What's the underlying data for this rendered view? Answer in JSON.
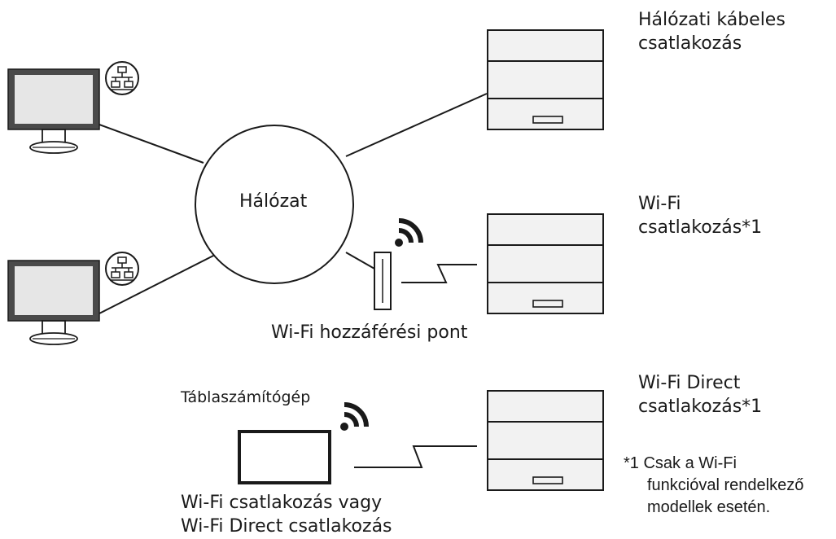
{
  "network": {
    "label": "Hálózat"
  },
  "printers": [
    {
      "caption_lines": [
        "Hálózati kábeles",
        "csatlakozás"
      ]
    },
    {
      "caption_lines": [
        "Wi-Fi",
        "csatlakozás*1"
      ]
    },
    {
      "caption_lines": [
        "Wi-Fi Direct",
        "csatlakozás*1"
      ]
    }
  ],
  "access_point": {
    "label": "Wi-Fi hozzáférési pont"
  },
  "tablet": {
    "label": "Táblaszámítógép",
    "caption_lines": [
      "Wi-Fi csatlakozás vagy",
      "Wi-Fi Direct csatlakozás"
    ]
  },
  "footnote": {
    "marker": "*1",
    "lines": [
      "Csak a Wi-Fi",
      "funkcióval rendelkező",
      "modellek esetén."
    ]
  },
  "icons": {
    "pc_network": "lan-network-icon",
    "wireless": "wifi-signal-icon"
  },
  "colors": {
    "stroke": "#1a1a1a",
    "monitor_bezel": "#4a4a4a",
    "monitor_screen": "#e6e6e6",
    "printer_body": "#f2f2f2"
  }
}
